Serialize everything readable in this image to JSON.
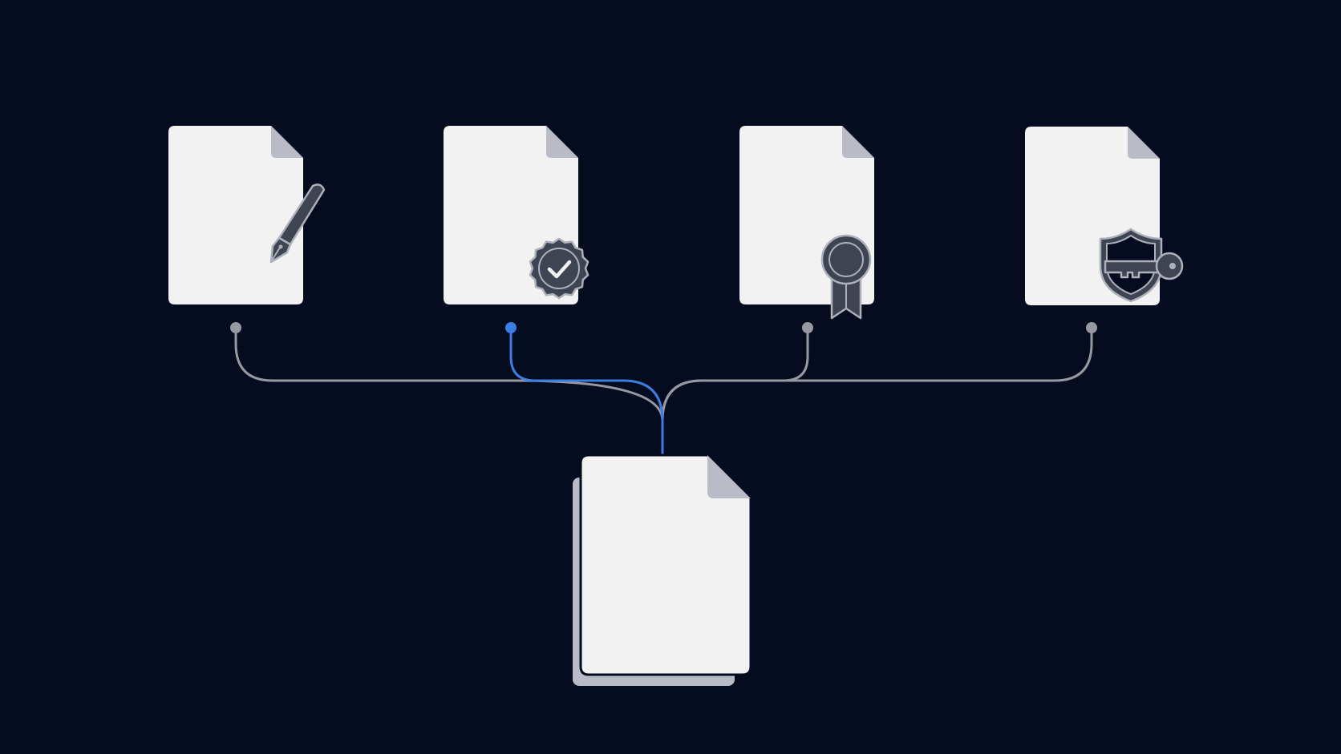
{
  "diagram": {
    "colors": {
      "background": "#050c1f",
      "page": "#f2f2f3",
      "page_fold": "#b9bcc6",
      "connector": "#9699a2",
      "connector_active": "#3b7de3",
      "icon_fill": "#3f4452",
      "icon_stroke": "#aeb1bb"
    },
    "source_documents": [
      {
        "name": "signed-document",
        "icon": "fountain-pen-icon",
        "active": false
      },
      {
        "name": "verified-document",
        "icon": "verified-badge-icon",
        "active": true
      },
      {
        "name": "certified-document",
        "icon": "award-ribbon-icon",
        "active": false
      },
      {
        "name": "secured-document",
        "icon": "shield-key-icon",
        "active": false
      }
    ],
    "target_document": {
      "name": "merged-document",
      "icon": "document-stack-icon"
    }
  }
}
